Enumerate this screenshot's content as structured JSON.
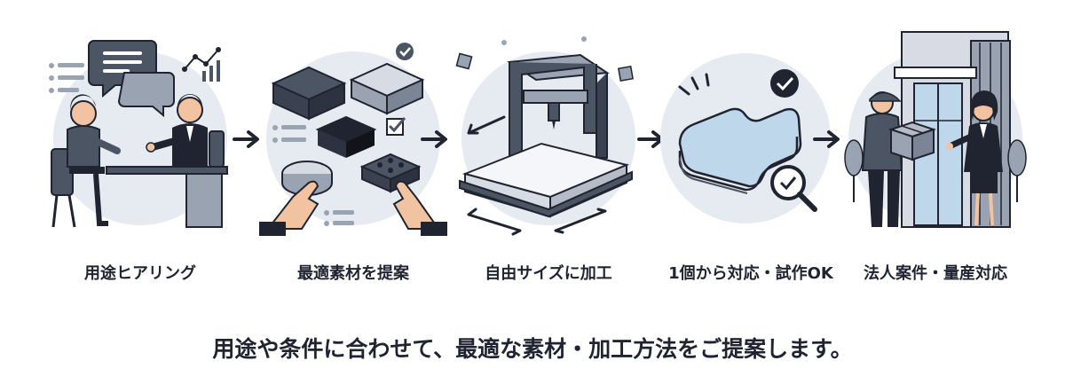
{
  "steps": [
    {
      "label": "用途ヒアリング",
      "icon": "consultation-meeting-icon"
    },
    {
      "label": "最適素材を提案",
      "icon": "material-samples-icon"
    },
    {
      "label": "自由サイズに加工",
      "icon": "cnc-machine-icon"
    },
    {
      "label": "1個から対応・試作OK",
      "icon": "prototype-inspection-icon"
    },
    {
      "label": "法人案件・量産対応",
      "icon": "corporate-delivery-icon"
    }
  ],
  "caption": "用途や条件に合わせて、最適な素材・加工方法をご提案します。",
  "colors": {
    "ink": "#1f2430",
    "slate": "#4b5563",
    "light_slate": "#9aa3b2",
    "circle_bg": "#e6eaf1",
    "glass": "#bfd7ea",
    "accent_hand": "#f2c3a0"
  }
}
